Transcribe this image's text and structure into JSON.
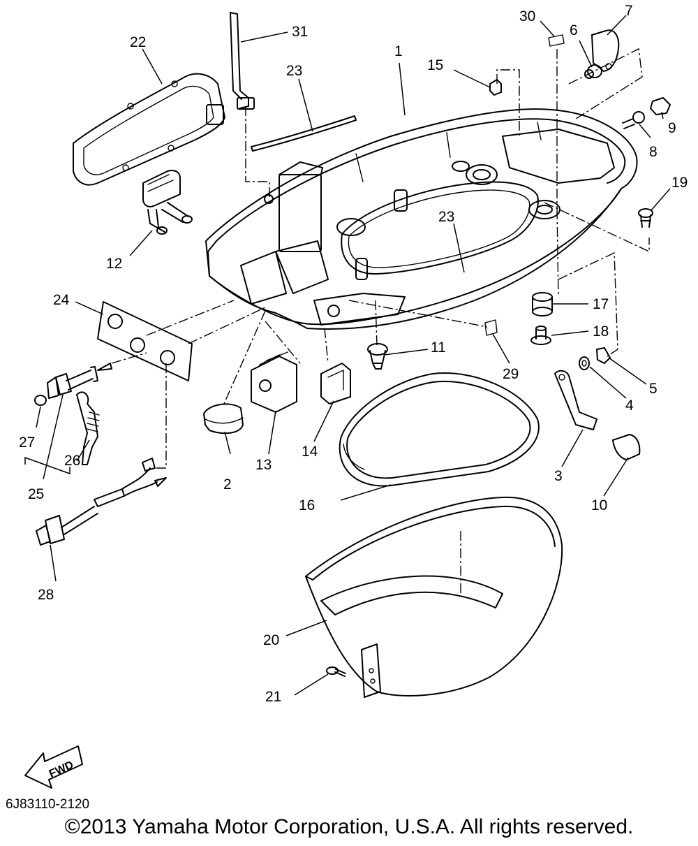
{
  "callouts": {
    "c1": "1",
    "c2": "2",
    "c3": "3",
    "c4": "4",
    "c5": "5",
    "c6": "6",
    "c7": "7",
    "c8": "8",
    "c9": "9",
    "c10": "10",
    "c11": "11",
    "c12": "12",
    "c13": "13",
    "c14": "14",
    "c15": "15",
    "c16": "16",
    "c17": "17",
    "c18": "18",
    "c19": "19",
    "c20": "20",
    "c21": "21",
    "c22": "22",
    "c23a": "23",
    "c23b": "23",
    "c24": "24",
    "c25": "25",
    "c26": "26",
    "c27": "27",
    "c28": "28",
    "c29": "29",
    "c30": "30",
    "c31": "31"
  },
  "fwd_label": "FWD",
  "drawing_code": "6J83110-2120",
  "copyright": "©2013 Yamaha Motor Corporation, U.S.A. All rights reserved."
}
